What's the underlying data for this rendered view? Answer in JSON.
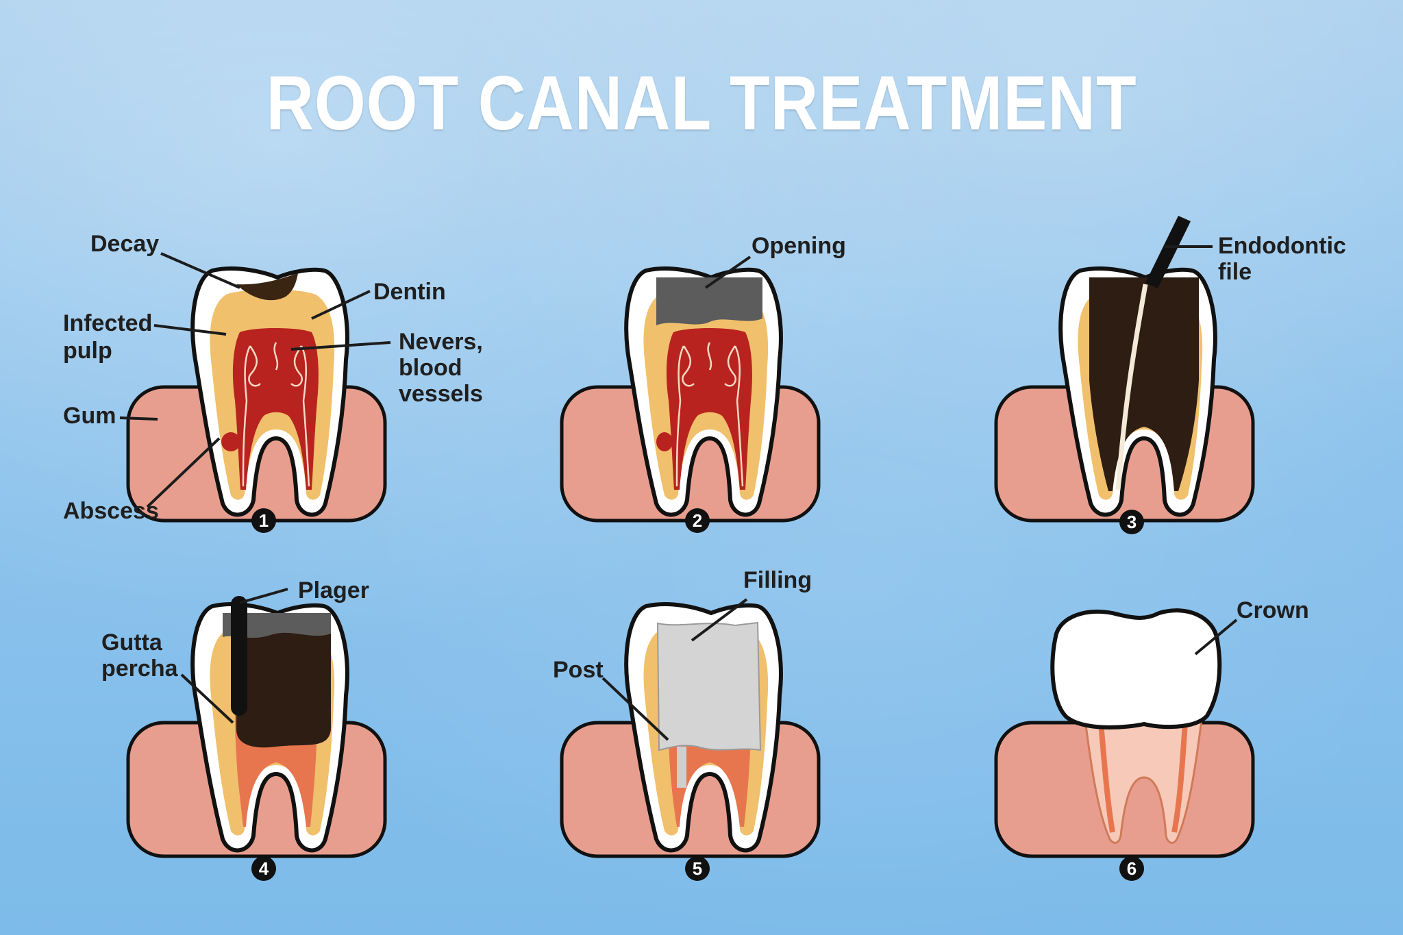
{
  "title": "ROOT CANAL TREATMENT",
  "steps": [
    {
      "number": "1",
      "labels": {
        "decay": "Decay",
        "dentin": "Dentin",
        "infected_pulp_1": "Infected",
        "infected_pulp_2": "pulp",
        "nerves_1": "Nevers,",
        "nerves_2": "blood",
        "nerves_3": "vessels",
        "gum": "Gum",
        "abscess": "Abscess"
      }
    },
    {
      "number": "2",
      "labels": {
        "opening": "Opening"
      }
    },
    {
      "number": "3",
      "labels": {
        "endodontic_1": "Endodontic",
        "endodontic_2": "file"
      }
    },
    {
      "number": "4",
      "labels": {
        "plager": "Plager",
        "gutta_1": "Gutta",
        "gutta_2": "percha"
      }
    },
    {
      "number": "5",
      "labels": {
        "filling": "Filling",
        "post": "Post"
      }
    },
    {
      "number": "6",
      "labels": {
        "crown": "Crown"
      }
    }
  ],
  "colors": {
    "gum": "#e89e8e",
    "enamel": "#ffffff",
    "dentin": "#f1c06c",
    "pulp": "#b8231f",
    "decay": "#3a2412",
    "filling_dark": "#2e1d12",
    "opening_grey": "#5c5c5c",
    "outline": "#111111"
  }
}
